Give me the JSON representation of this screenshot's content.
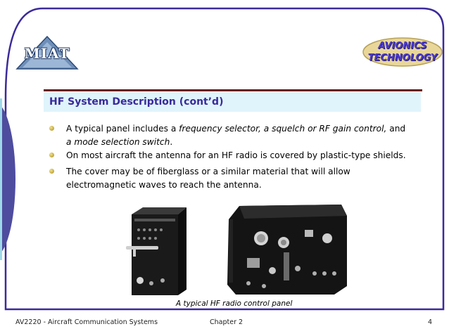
{
  "logo": {
    "text": "MIAT"
  },
  "badge": {
    "line1": "AVIONICS",
    "line2": "TECHNOLOGY"
  },
  "slide": {
    "title": "HF System Description (cont’d)",
    "bullets": [
      {
        "line1_pre": "A typical panel includes a ",
        "line1_em": "frequency selector, a squelch or RF gain control,",
        "line1_post": " and",
        "line2_em": "a mode selection switch",
        "line2_post": "."
      },
      {
        "text": "On most aircraft the antenna for an HF radio is covered by plastic-type shields."
      },
      {
        "line1": "The cover may be of fiberglass or a similar material that will allow",
        "line2": "electromagnetic waves to reach the antenna."
      }
    ],
    "caption": "A typical HF radio control panel"
  },
  "footer": {
    "course": "AV2220 - Aircraft Communication Systems",
    "chapter": "Chapter 2",
    "page": "4"
  },
  "colors": {
    "title": "#3a2a9a",
    "title_bg": "#e0f4fc",
    "frame": "#3b2a9a",
    "accent_line": "#6a1414",
    "side_band": "#4e4c9e"
  }
}
